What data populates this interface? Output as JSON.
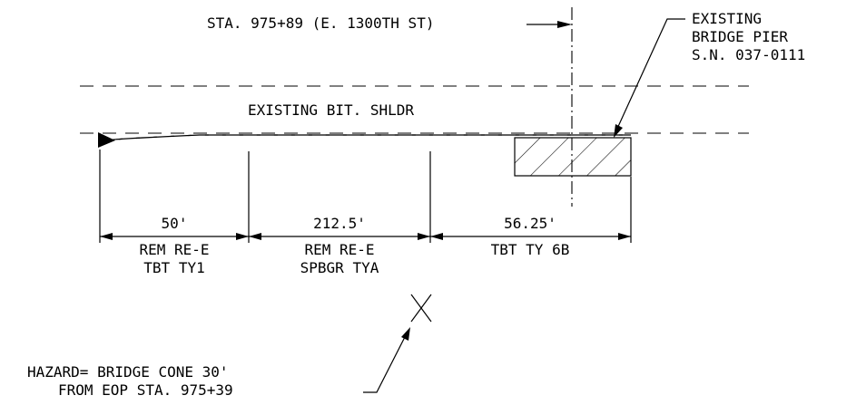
{
  "station_label": "STA. 975+89 (E. 1300TH ST)",
  "pier_note": [
    "EXISTING",
    "BRIDGE PIER",
    "S.N. 037-0111"
  ],
  "shoulder_label": "EXISTING BIT. SHLDR",
  "segments": [
    {
      "length": "50'",
      "desc": [
        "REM RE-E",
        "TBT TY1"
      ]
    },
    {
      "length": "212.5'",
      "desc": [
        "REM RE-E",
        "SPBGR TYA"
      ]
    },
    {
      "length": "56.25'",
      "desc": [
        "TBT TY 6B"
      ]
    }
  ],
  "hazard_note": [
    "HAZARD= BRIDGE CONE 30'",
    "FROM EOP STA. 975+39"
  ]
}
